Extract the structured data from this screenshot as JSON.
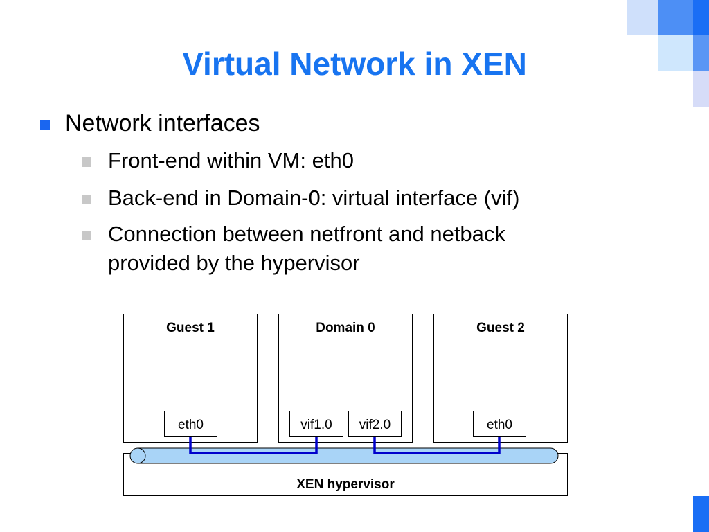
{
  "slide": {
    "title": "Virtual Network in XEN",
    "bullet": "Network interfaces",
    "sub_bullets": [
      "Front-end within VM: eth0",
      "Back-end in Domain-0: virtual interface (vif)",
      "Connection between netfront and netback",
      "provided by the hypervisor"
    ]
  },
  "diagram": {
    "guest1_label": "Guest 1",
    "domain0_label": "Domain 0",
    "guest2_label": "Guest 2",
    "guest1_iface": "eth0",
    "vif1_label": "vif1.0",
    "vif2_label": "vif2.0",
    "guest2_iface": "eth0",
    "hypervisor_label": "XEN hypervisor"
  },
  "colors": {
    "title": "#1874f0",
    "link": "#0000cc",
    "channel": "#a9d4f7"
  }
}
